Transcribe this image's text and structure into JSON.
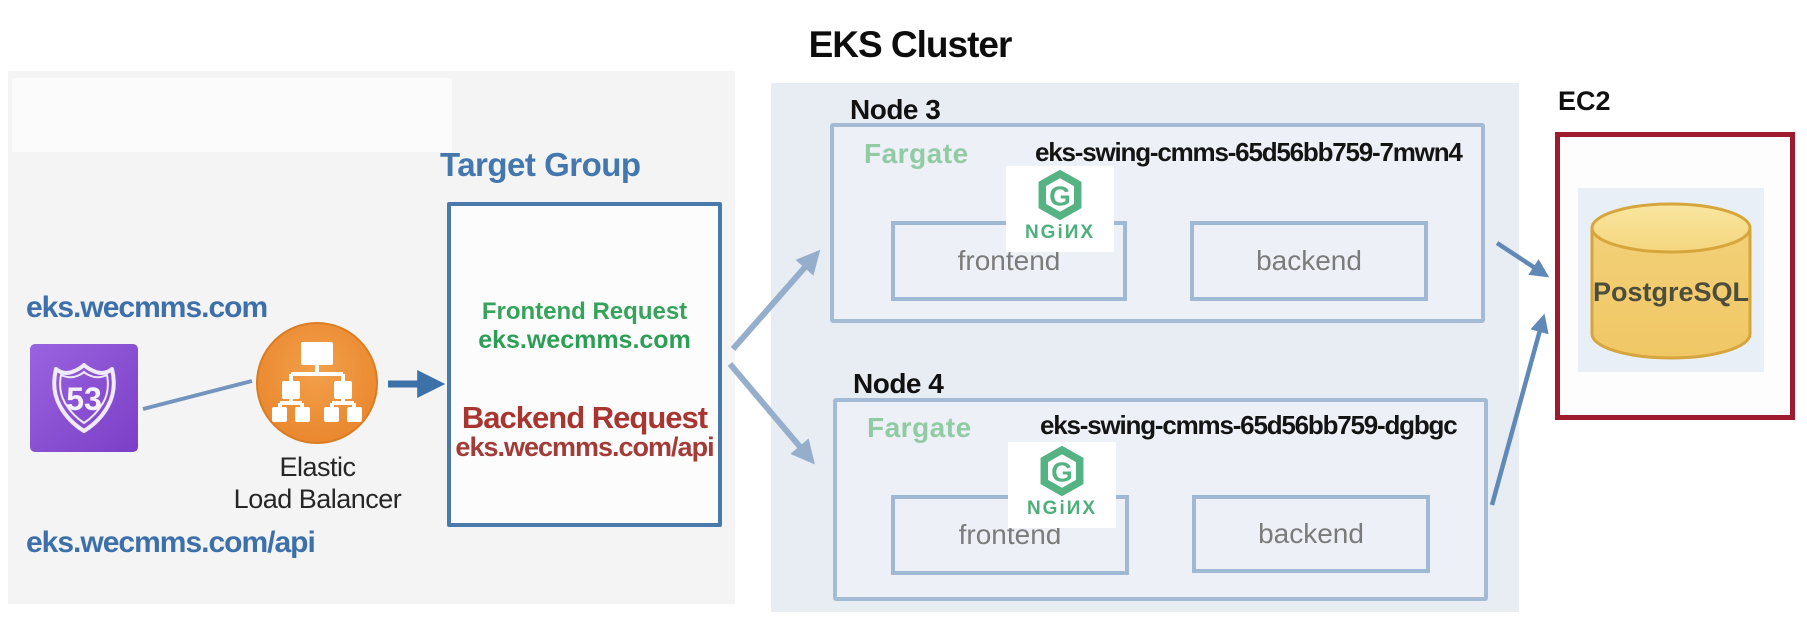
{
  "title": "EKS Cluster",
  "dns": {
    "frontend_domain": "eks.wecmms.com",
    "backend_domain": "eks.wecmms.com/api",
    "route53_label": "53",
    "elb_label_line1": "Elastic",
    "elb_label_line2": "Load Balancer"
  },
  "target_group": {
    "title": "Target Group",
    "frontend_request_label": "Frontend Request",
    "frontend_request_host": "eks.wecmms.com",
    "backend_request_label": "Backend Request",
    "backend_request_host": "eks.wecmms.com/api"
  },
  "nodes": [
    {
      "label": "Node 3",
      "runtime": "Fargate",
      "pod": "eks-swing-cmms-65d56bb759-7mwn4",
      "containers": [
        "frontend",
        "backend"
      ]
    },
    {
      "label": "Node 4",
      "runtime": "Fargate",
      "pod": "eks-swing-cmms-65d56bb759-dgbgc",
      "containers": [
        "frontend",
        "backend"
      ]
    }
  ],
  "nginx": {
    "monogram": "G",
    "wordmark": "NGiИX"
  },
  "ec2": {
    "label": "EC2",
    "database": "PostgreSQL"
  },
  "colors": {
    "dns_text_blue": "#3d70ab",
    "target_group_border": "#4a79ac",
    "frontend_request_green": "#2d9e56",
    "backend_request_red": "#a93531",
    "fargate_green": "#90cba4",
    "nginx_green": "#55b383",
    "node_border": "#a3bbd5",
    "eks_panel_bg": "#e8edf4",
    "left_panel_bg": "#f4f4f5",
    "ec2_border_red": "#9e1b2f",
    "postgres_yellow": "#f2cf72",
    "route53_purple": "#8549d1",
    "elb_orange": "#ee8f2e",
    "arrow_dark_blue": "#3d72a8",
    "arrow_light_blue": "#94aecb",
    "arrow_mid_blue": "#6089b8"
  }
}
